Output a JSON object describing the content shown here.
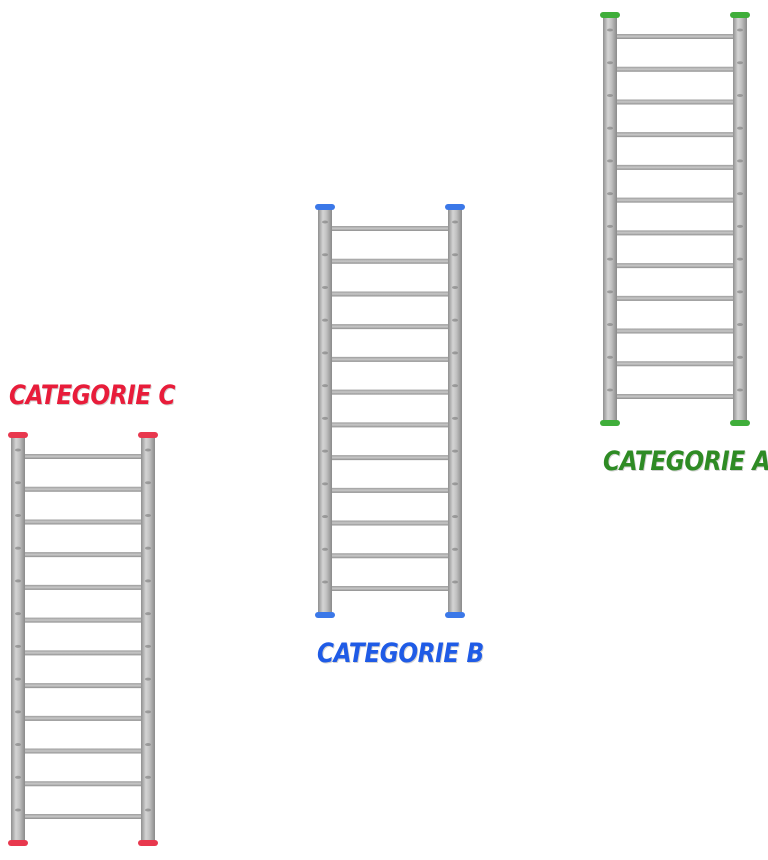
{
  "categories": [
    {
      "id": "a",
      "label": "CATEGORIE A",
      "color": "#2e8b24",
      "cap_color": "#3fae3a",
      "rungs": 12
    },
    {
      "id": "b",
      "label": "CATEGORIE B",
      "color": "#1f5be6",
      "cap_color": "#3b78e8",
      "rungs": 12
    },
    {
      "id": "c",
      "label": "CATEGORIE C",
      "color": "#e81c3a",
      "cap_color": "#e8384e",
      "rungs": 12
    }
  ]
}
